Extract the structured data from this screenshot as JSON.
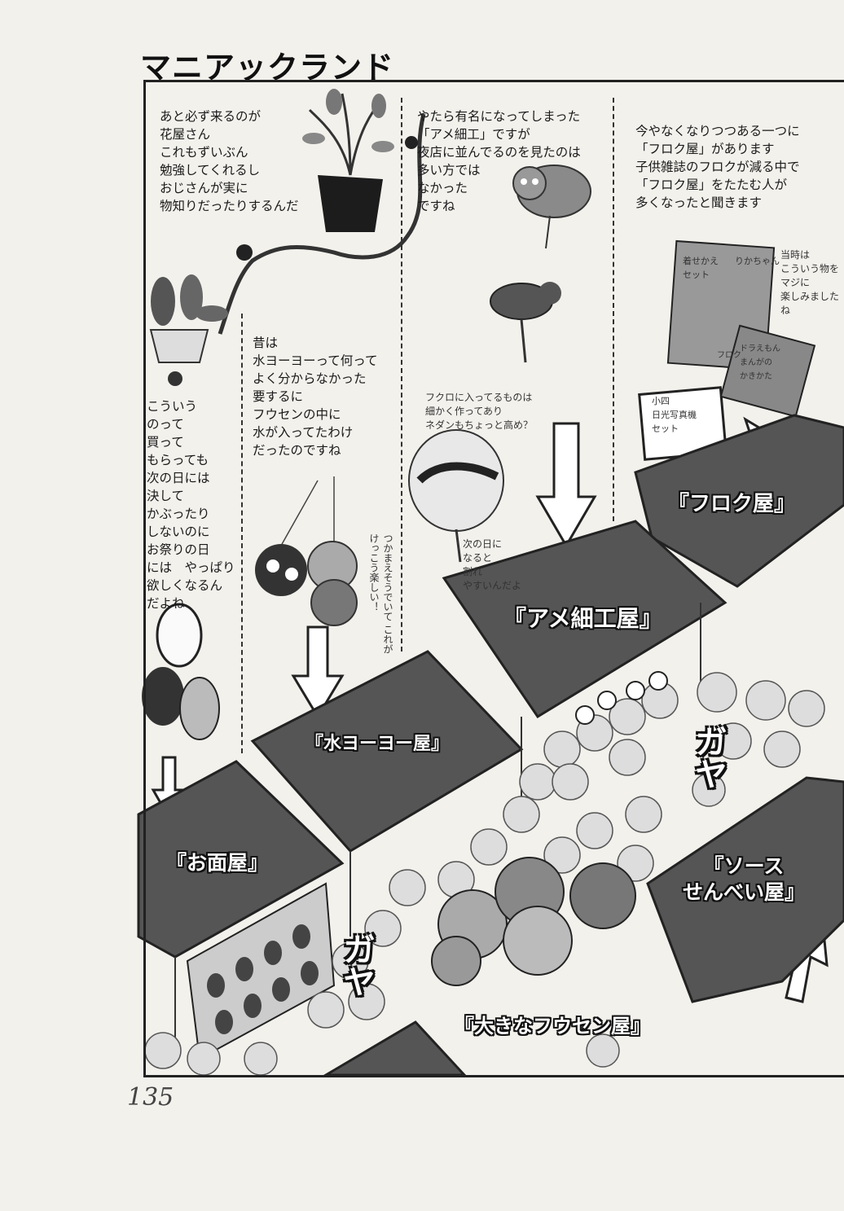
{
  "page": {
    "title": "マニアックランド",
    "page_number": "135"
  },
  "notes": {
    "flower_shop": "あと必ず来るのが\n花屋さん\nこれもずいぶん\n勉強してくれるし\nおじさんが実に\n物知りだったりするんだ",
    "candy_craft": "やたら有名になってしまった\n「アメ細工」ですが\n夜店に並んでるのを見たのは\n多い方では\nなかった\nですね",
    "furoku": "今やなくなりつつある一つに\n「フロク屋」があります\n子供雑誌のフロクが減る中で\n「フロク屋」をたたむ人が\n多くなったと聞きます",
    "mask": "こういう\nのって\n買って\nもらっても\n次の日には\n決して\nかぶったり\nしないのに\nお祭りの日\nには　やっぱり\n欲しくなるん\nだよね",
    "water_yoyo": "昔は\n水ヨーヨーって何って\nよく分からなかった\n要するに\nフウセンの中に\n水が入ってたわけ\nだったのですね"
  },
  "handwritten": {
    "fukuro": "フクロに入ってるものは\n細かく作ってあり\nネダンもちょっと高め？",
    "next_day": "次の日に\nなると\n割れ\nやすいんだよ",
    "tsukamaeru": "つかまえそうでいて\nこれがけっこう楽しい！",
    "touji": "当時は\nこういう物を\nマジに\n楽しみましたね",
    "furoku_box": "フロク",
    "kisekae": "着せかえ\nセット",
    "rika": "りかちゃん",
    "camera_set": "小四\n日光写真機\nセット",
    "manga_book": "ドラえもん\nまんがの\nかきかた"
  },
  "stalls": {
    "furoku_ya": "『フロク屋』",
    "ame_saiku_ya": "『アメ細工屋』",
    "mizu_yoyo_ya": "『水ヨーヨー屋』",
    "omen_ya": "『お面屋』",
    "sauce_senbei_ya": "『ソース\nせんべい屋』",
    "fusen_ya": "『大きなフウセン屋』"
  },
  "sfx": {
    "gaya_1": "ガヤ",
    "gaya_2": "ガヤ"
  }
}
